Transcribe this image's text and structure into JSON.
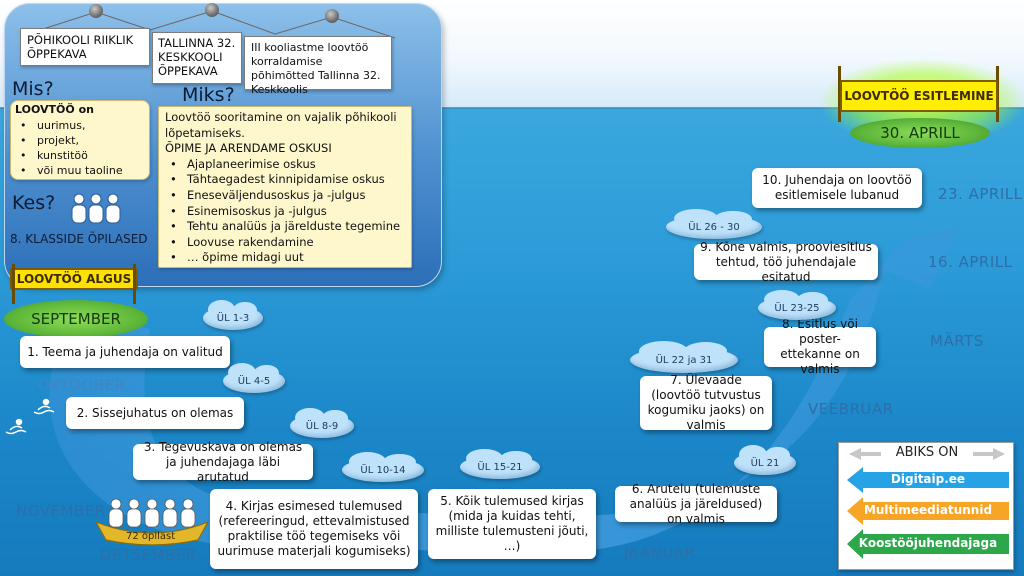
{
  "top_cards": {
    "card1": "PÕHIKOOLI RIIKLIK ÕPPEKAVA",
    "card2": "TALLINNA 32. KESKKOOLI ÕPPEKAVA",
    "card3": "III kooliastme loovtöö korraldamise põhimõtted Tallinna 32. Keskkoolis"
  },
  "mis": {
    "heading": "Mis?",
    "lead": "LOOVTÖÖ on",
    "items": [
      "uurimus,",
      "projekt,",
      "kunstitöö",
      "või muu taoline"
    ]
  },
  "miks": {
    "heading": "Miks?",
    "intro": "Loovtöö sooritamine on vajalik põhikooli lõpetamiseks.",
    "subhead": "ÕPIME JA ARENDAME OSKUSI",
    "items": [
      "Ajaplaneerimise oskus",
      "Tähtaegadest kinnipidamise oskus",
      "Eneseväljendusoskus ja -julgus",
      "Esinemisoskus ja -julgus",
      "Tehtu analüüs ja järelduste tegemine",
      "Loovuse rakendamine",
      "… õpime midagi uut"
    ]
  },
  "kes": {
    "heading": "Kes?",
    "label": "8. KLASSIDE ÕPILASED"
  },
  "start": {
    "sign": "LOOVTÖÖ ALGUS",
    "month": "SEPTEMBER"
  },
  "finish": {
    "sign": "LOOVTÖÖ ESITLEMINE",
    "date": "30. APRILL"
  },
  "boat_label": "72 õpilast",
  "months": {
    "oktoober": "OKTOOBER",
    "november": "NOVEMBER",
    "detsember": "DETSEMBER",
    "jaanuar": "JAANUAR",
    "veebruar": "VEEBRUAR",
    "marts": "MÄRTS",
    "april16": "16. APRILL",
    "april23": "23. APRILL"
  },
  "steps": [
    {
      "text": "1. Teema ja juhendaja on valitud",
      "cloud": "ÜL 1-3"
    },
    {
      "text": "2. Sissejuhatus on olemas",
      "cloud": "ÜL 4-5"
    },
    {
      "text": "3. Tegevuskava on olemas ja juhendajaga läbi arutatud",
      "cloud": "ÜL 8-9"
    },
    {
      "text": "4. Kirjas esimesed tulemused (refereeringud, ettevalmistused praktilise töö tegemiseks või uurimuse materjali kogumiseks)",
      "cloud": "ÜL 10-14"
    },
    {
      "text": "5. Kõik tulemused kirjas (mida ja kuidas tehti, milliste tulemusteni jõuti, …)",
      "cloud": "ÜL 15-21"
    },
    {
      "text": "6. Arutelu (tulemuste analüüs ja järeldused) on valmis",
      "cloud": "ÜL 21"
    },
    {
      "text": "7. Ülevaade (loovtöö tutvustus kogumiku jaoks) on valmis",
      "cloud": "ÜL 22 ja 31"
    },
    {
      "text": "8. Esitlus või poster-ettekanne on valmis",
      "cloud": "ÜL 23-25"
    },
    {
      "text": "9. Kõne valmis, prooviesitlus tehtud, töö juhendajale esitatud",
      "cloud": "ÜL 26 - 30"
    },
    {
      "text": "10. Juhendaja on loovtöö esitlemisele lubanud",
      "cloud": ""
    }
  ],
  "abiks": {
    "title": "ABIKS ON",
    "items": [
      "Digitaip.ee",
      "Multimeediatunnid",
      "Koostööjuhendajaga"
    ],
    "colors": [
      "#26a3e6",
      "#f7a526",
      "#2ca84a"
    ]
  }
}
